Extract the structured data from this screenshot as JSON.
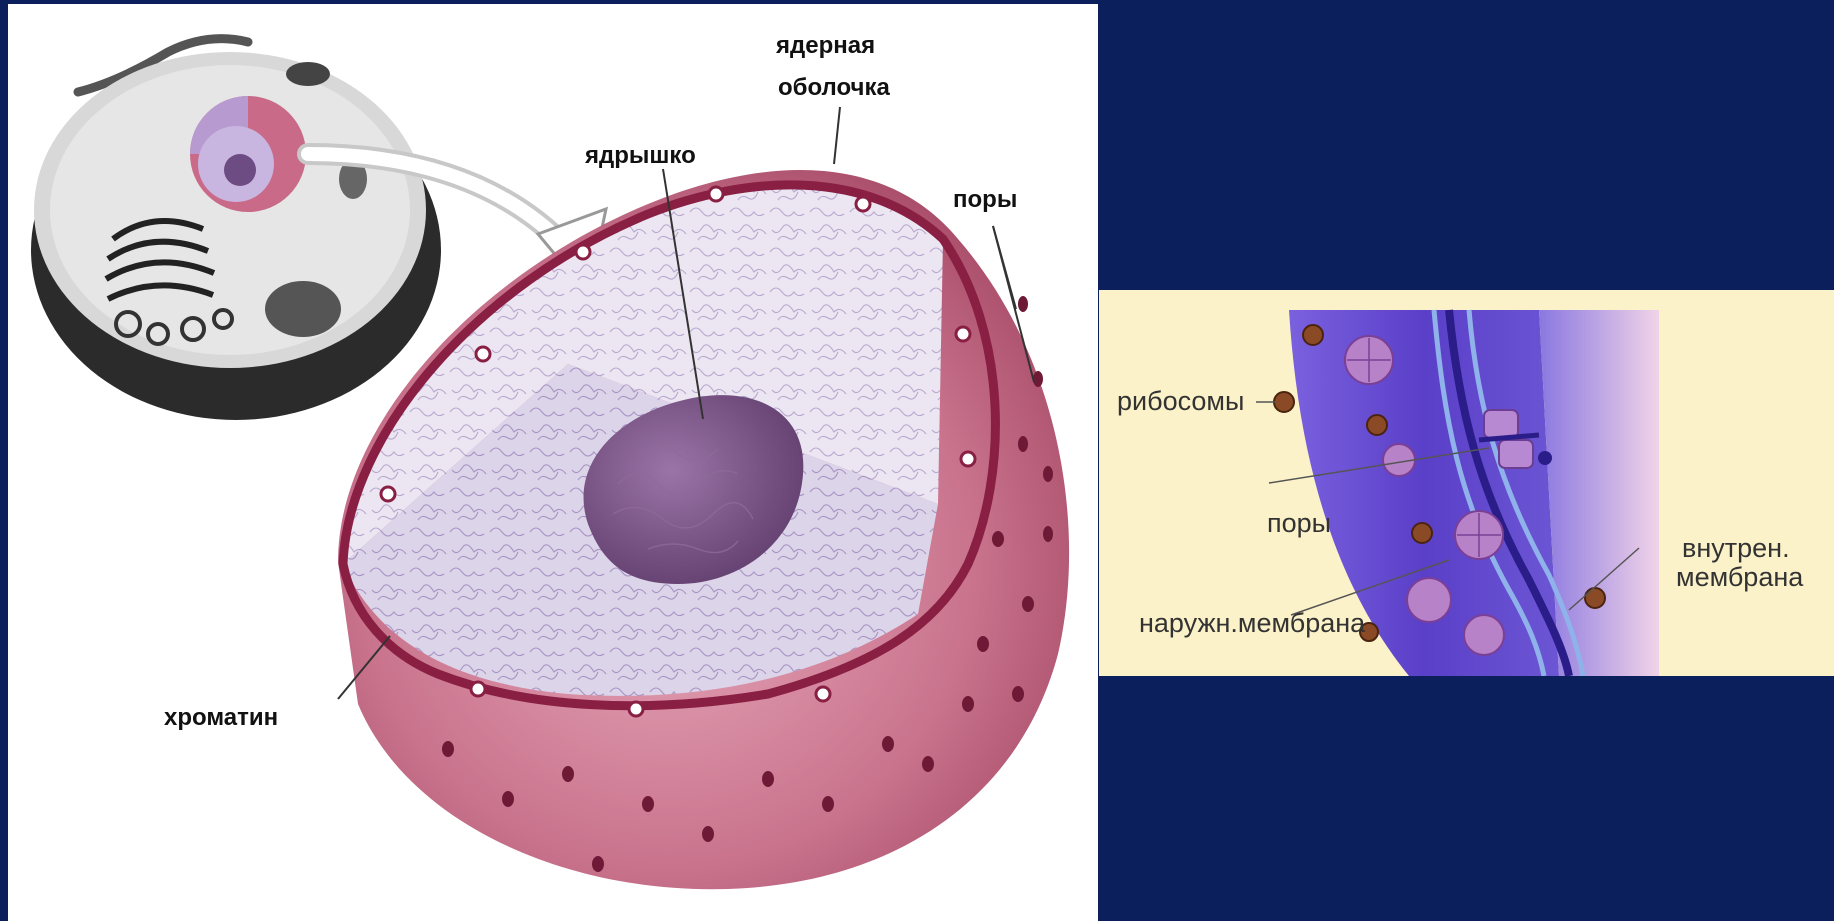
{
  "left_diagram": {
    "labels": {
      "nuclear_envelope_line1": "ядерная",
      "nuclear_envelope_line2": "оболочка",
      "nucleolus": "ядрышко",
      "pores": "поры",
      "chromatin": "хроматин"
    }
  },
  "right_diagram": {
    "labels": {
      "ribosomes": "рибосомы",
      "pores": "поры",
      "inner_membrane_line1": "внутрен.",
      "inner_membrane_line2": "мембрана",
      "outer_membrane": "наружн.мембрана"
    }
  },
  "colors": {
    "background": "#0b1f5c",
    "nucleus_pink": "#c2637e",
    "envelope_dark": "#8a1f44",
    "chromatin_lavender": "#e4ddee",
    "nucleolus_purple": "#7d5689",
    "membrane_blue": "#6b4fd6",
    "ribosome_brown": "#8a4a25",
    "right_panel_bg": "#fbf2c9"
  }
}
